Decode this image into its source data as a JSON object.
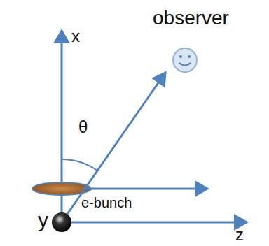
{
  "diagram": {
    "labels": [
      "observer",
      "x",
      "θ",
      "e-bunch",
      "y",
      "z"
    ]
  }
}
